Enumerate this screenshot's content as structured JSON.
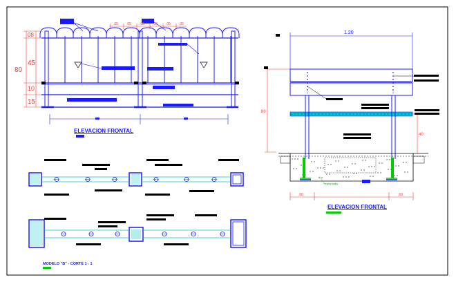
{
  "left_elevation": {
    "title": "ELEVACION  FRONTAL",
    "vdims": [
      "08",
      "45",
      "10",
      "15"
    ],
    "vdim_total": "80",
    "top_dims": [
      ".05",
      ".05",
      ".05",
      ".05",
      ".05",
      ".05"
    ]
  },
  "right_elevation": {
    "title": "ELEVACION  FRONTAL",
    "width_dim": "1.20",
    "height_dim": "80",
    "clearance_dim": "40",
    "footing_dims": [
      ".60",
      ".60"
    ],
    "callout": "concreto"
  },
  "plan": {
    "title": "MODELO \"B\" - CORTE  1 - 1"
  },
  "colors": {
    "line": "#1a1aff",
    "dim": "#ff3333",
    "section": "#00c8c8",
    "green": "#00cc00",
    "frame": "#000000"
  }
}
